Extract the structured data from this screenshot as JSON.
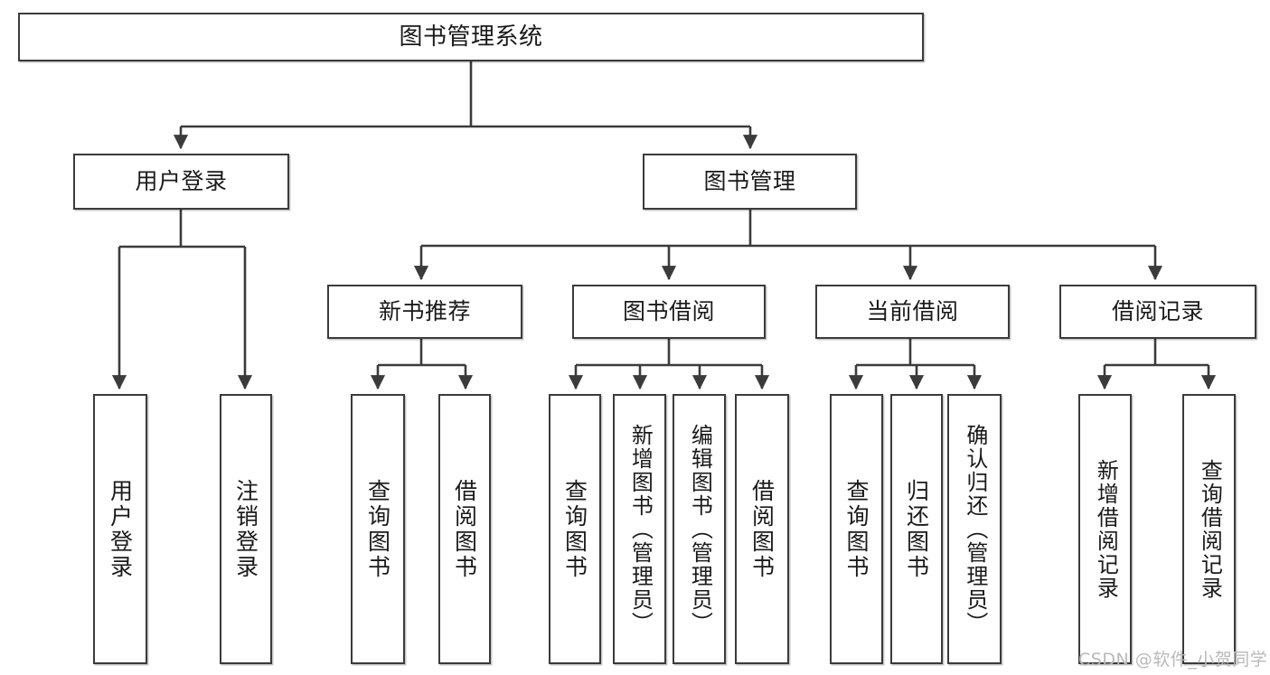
{
  "diagram": {
    "title": "图书管理系统",
    "type": "tree-hierarchy",
    "watermark": "CSDN @软件_小贺同学",
    "colors": {
      "stroke": "#3b3b3b",
      "fill": "#ffffff",
      "text": "#1a1a1a",
      "watermark": "#b9b9b9"
    },
    "nodes": {
      "root": {
        "label": "图书管理系统"
      },
      "level2": [
        {
          "id": "user-login",
          "label": "用户登录"
        },
        {
          "id": "book-manage",
          "label": "图书管理"
        }
      ],
      "level3": [
        {
          "id": "new-book-rec",
          "label": "新书推荐"
        },
        {
          "id": "book-borrow",
          "label": "图书借阅"
        },
        {
          "id": "current-borrow",
          "label": "当前借阅"
        },
        {
          "id": "borrow-record",
          "label": "借阅记录"
        }
      ],
      "leaves": [
        {
          "id": "leaf-user-login",
          "label": "用户登录",
          "parent": "user-login"
        },
        {
          "id": "leaf-logout-login",
          "label": "注销登录",
          "parent": "user-login"
        },
        {
          "id": "leaf-query-book-1",
          "label": "查询图书",
          "parent": "new-book-rec"
        },
        {
          "id": "leaf-borrow-book-1",
          "label": "借阅图书",
          "parent": "new-book-rec"
        },
        {
          "id": "leaf-query-book-2",
          "label": "查询图书",
          "parent": "book-borrow"
        },
        {
          "id": "leaf-add-book",
          "label": "新增图书（管理员）",
          "parent": "book-borrow"
        },
        {
          "id": "leaf-edit-book",
          "label": "编辑图书（管理员）",
          "parent": "book-borrow"
        },
        {
          "id": "leaf-borrow-book-2",
          "label": "借阅图书",
          "parent": "book-borrow"
        },
        {
          "id": "leaf-query-book-3",
          "label": "查询图书",
          "parent": "current-borrow"
        },
        {
          "id": "leaf-return-book",
          "label": "归还图书",
          "parent": "current-borrow"
        },
        {
          "id": "leaf-confirm-return",
          "label": "确认归还（管理员）",
          "parent": "current-borrow"
        },
        {
          "id": "leaf-add-record",
          "label": "新增借阅记录",
          "parent": "borrow-record"
        },
        {
          "id": "leaf-query-record",
          "label": "查询借阅记录",
          "parent": "borrow-record"
        }
      ]
    }
  }
}
